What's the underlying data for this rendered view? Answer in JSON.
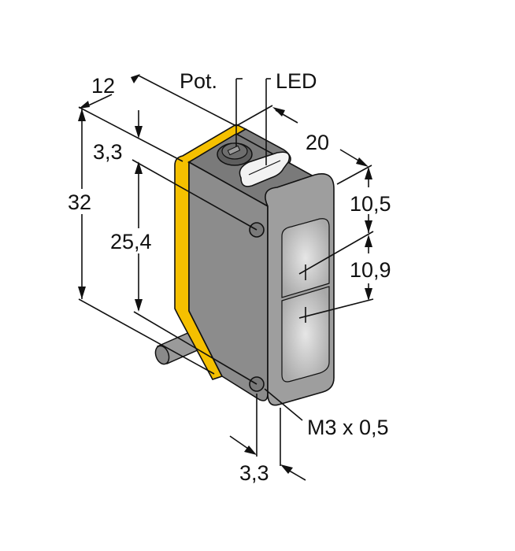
{
  "diagram": {
    "type": "dimensional drawing",
    "subject": "photoelectric sensor housing (isometric view)",
    "units": "mm",
    "colors": {
      "housing_body": "#8c8c8c",
      "housing_side": "#9e9e9e",
      "housing_top": "#7a7a7a",
      "accent_stripe": "#f5c000",
      "lens_window": "#bdbdbd",
      "outline": "#111111"
    },
    "labels": {
      "pot": "Pot.",
      "led": "LED",
      "thread": "M3 x 0,5"
    },
    "dimensions": {
      "depth": "12",
      "width": "20",
      "height": "32",
      "top_to_hole": "3,3",
      "hole_spacing": "25,4",
      "top_to_lens_center_1": "10,5",
      "lens_center_spacing": "10,9",
      "hole_edge_offset": "3,3"
    }
  }
}
